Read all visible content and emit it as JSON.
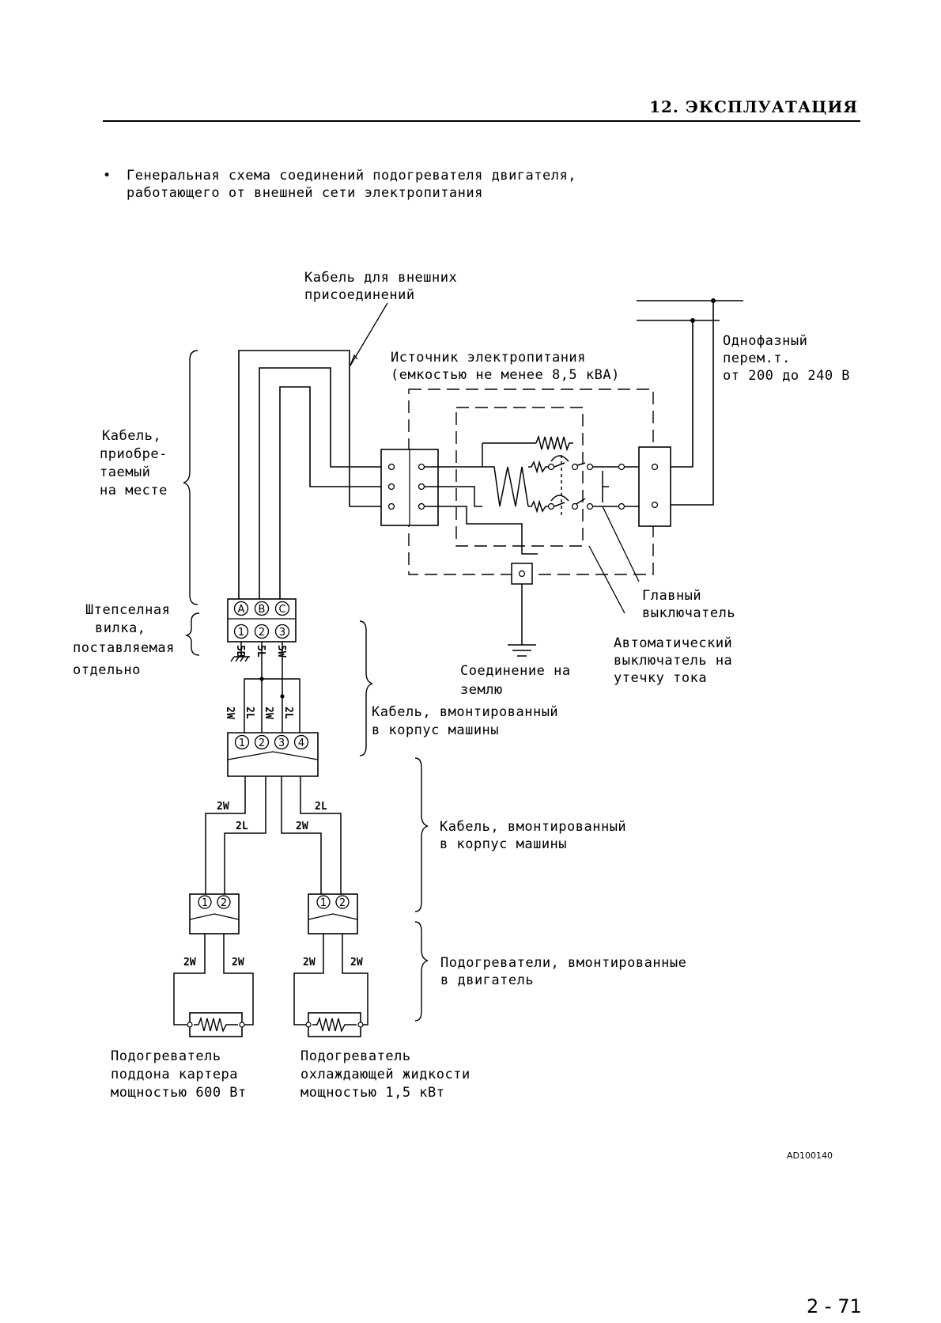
{
  "header": {
    "section": "12. ЭКСПЛУАТАЦИЯ"
  },
  "intro": {
    "bullet": "•",
    "line1": "Генеральная схема соединений подогревателя двигателя,",
    "line2": "работающего от внешней сети электропитания"
  },
  "labels": {
    "ext_cable_1": "Кабель для внешних",
    "ext_cable_2": "присоединений",
    "power_src_1": "Источник электропитания",
    "power_src_2": "(емкостью не менее 8,5 кВА)",
    "single_phase_1": "Однофазный",
    "single_phase_2": "перем.т.",
    "single_phase_3": "от 200 до 240 В",
    "site_cable_1": "Кабель,",
    "site_cable_2": "приобре-",
    "site_cable_3": "таемый",
    "site_cable_4": "на месте",
    "plug_1": "Штепселная",
    "plug_2": "вилка,",
    "plug_3": "поставляемая",
    "plug_4": "отдельно",
    "main_switch_1": "Главный",
    "main_switch_2": "выключатель",
    "breaker_1": "Автоматический",
    "breaker_2": "выключатель на",
    "breaker_3": "утечку тока",
    "ground_1": "Соединение на",
    "ground_2": "землю",
    "machine_cable_a_1": "Кабель, вмонтированный",
    "machine_cable_a_2": "в корпус машины",
    "machine_cable_b_1": "Кабель, вмонтированный",
    "machine_cable_b_2": "в корпус машины",
    "engine_heaters_1": "Подогреватели, вмонтированные",
    "engine_heaters_2": "в двигатель",
    "oil_heater_1": "Подогреватель",
    "oil_heater_2": "поддона картера",
    "oil_heater_3": "мощностью 600 Вт",
    "coolant_heater_1": "Подогреватель",
    "coolant_heater_2": "охлаждающей жидкости",
    "coolant_heater_3": "мощностью 1,5 кВт"
  },
  "plug": {
    "pins_top": [
      "A",
      "B",
      "C"
    ],
    "pins_bottom": [
      "1",
      "2",
      "3"
    ],
    "wires": [
      "5B",
      "5L",
      "5W"
    ]
  },
  "connector4": {
    "pins": [
      "1",
      "2",
      "3",
      "4"
    ],
    "wires": [
      "2W",
      "2L",
      "2W",
      "2L"
    ]
  },
  "branch_wires": {
    "left_top": "2W",
    "left_inner": "2L",
    "right_inner": "2W",
    "right_top": "2L"
  },
  "heater_connectors": {
    "pins": [
      "1",
      "2"
    ],
    "wires_left": [
      "2W",
      "2W"
    ],
    "wires_right": [
      "2W",
      "2W"
    ]
  },
  "figure_code": "AD100140",
  "page_number": "2 - 71"
}
